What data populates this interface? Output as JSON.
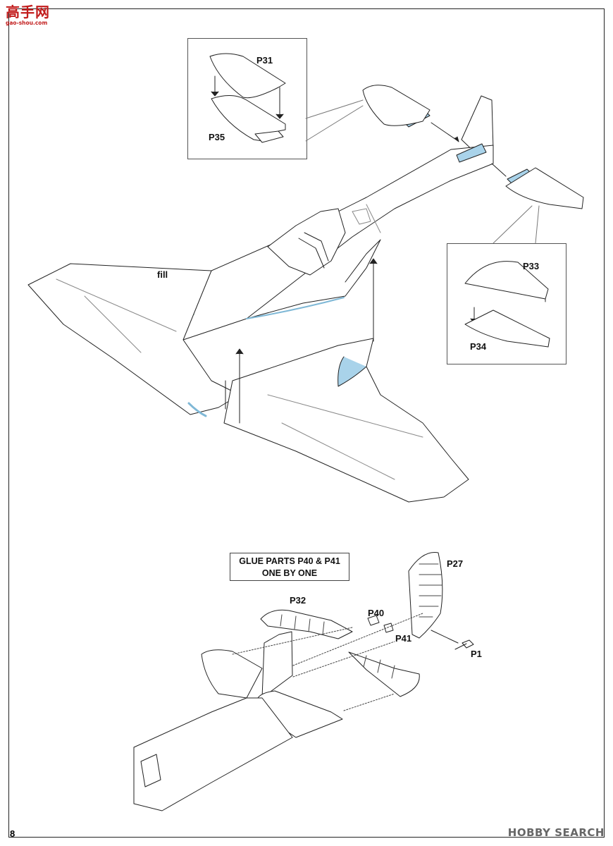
{
  "watermark_top": {
    "text": "高手网",
    "url": "gao-shou.com"
  },
  "watermark_bottom": {
    "text": "HOBBY SEARCH"
  },
  "page_number": "8",
  "labels": {
    "p31": "P31",
    "p35": "P35",
    "p33": "P33",
    "p34": "P34",
    "fill": "fill",
    "p27": "P27",
    "p32": "P32",
    "p40": "P40",
    "p41": "P41",
    "p1": "P1"
  },
  "note": {
    "line1": "GLUE PARTS P40 & P41",
    "line2": "ONE BY ONE"
  },
  "colors": {
    "part_highlight": "#a9d3ea",
    "fill_line": "#2f9a55",
    "line": "#222222",
    "watermark": "#c21d1d"
  }
}
